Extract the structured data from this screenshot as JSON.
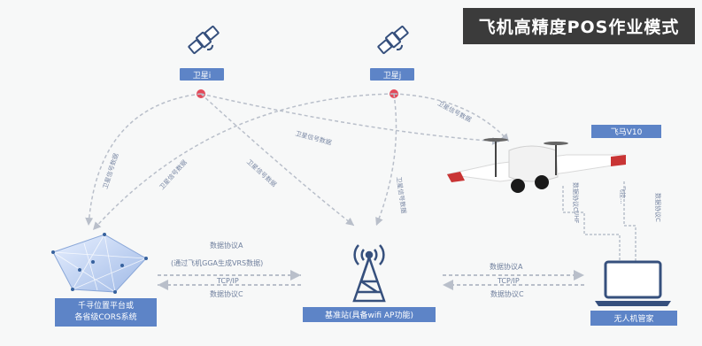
{
  "title": "飞机高精度POS作业模式",
  "satellites": [
    "卫星i",
    "卫星j"
  ],
  "drone_label": "飞马V10",
  "nodes": {
    "cors": [
      "千寻位置平台或",
      "各省级CORS系统"
    ],
    "base": "基准站(具备wifi AP功能)",
    "gcs": "无人机管家"
  },
  "links": {
    "cors_base_top": "数据协议A",
    "cors_base_top2": "(通过飞机GGA生成VRS数据)",
    "cors_base_mid": "TCP/IP",
    "cors_base_bottom": "数据协议C",
    "base_gcs_top": "数据协议A",
    "base_gcs_mid": "TCP/IP",
    "base_gcs_bottom": "数据协议C",
    "uhf": "UHF",
    "data_right": "数据协议C",
    "data_far": "数据协议C",
    "tx": "飞控...",
    "sat_signal": "卫星信号数据"
  },
  "colors": {
    "accent": "#5d84c7",
    "dot": "#e34a5a",
    "line": "#b9bfca",
    "dark": "#3b3b3b"
  }
}
